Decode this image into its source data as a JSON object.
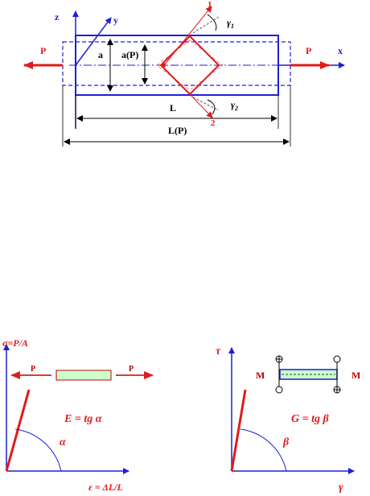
{
  "top_figure": {
    "labels": {
      "z": "z",
      "y": "y",
      "x": "x",
      "axis_1": "1",
      "axis_2": "2",
      "gamma1_sym": "γ",
      "gamma1_sub": "1",
      "gamma2_sym": "γ",
      "gamma2_sub": "2",
      "a": "a",
      "a_P": "a(P)",
      "P_left": "P",
      "P_right": "P",
      "L": "L",
      "L_P": "L(P)"
    }
  },
  "left_graph": {
    "y_axis_label": "σ=P/A",
    "x_axis_label": "ε = ΔL/L",
    "formula": "E = tg α",
    "angle_label": "α",
    "P_left": "P",
    "P_right": "P"
  },
  "right_graph": {
    "y_axis_label": "τ",
    "x_axis_label": "γ",
    "formula": "G = tg β",
    "angle_label": "β",
    "M_left": "M",
    "M_right": "M"
  },
  "colors": {
    "blue": "#1f1fd6",
    "red": "#e01b1b",
    "dark_red": "#c00000",
    "pink": "#f08080",
    "bar_fill": "#ccffcc",
    "black": "#000000"
  }
}
